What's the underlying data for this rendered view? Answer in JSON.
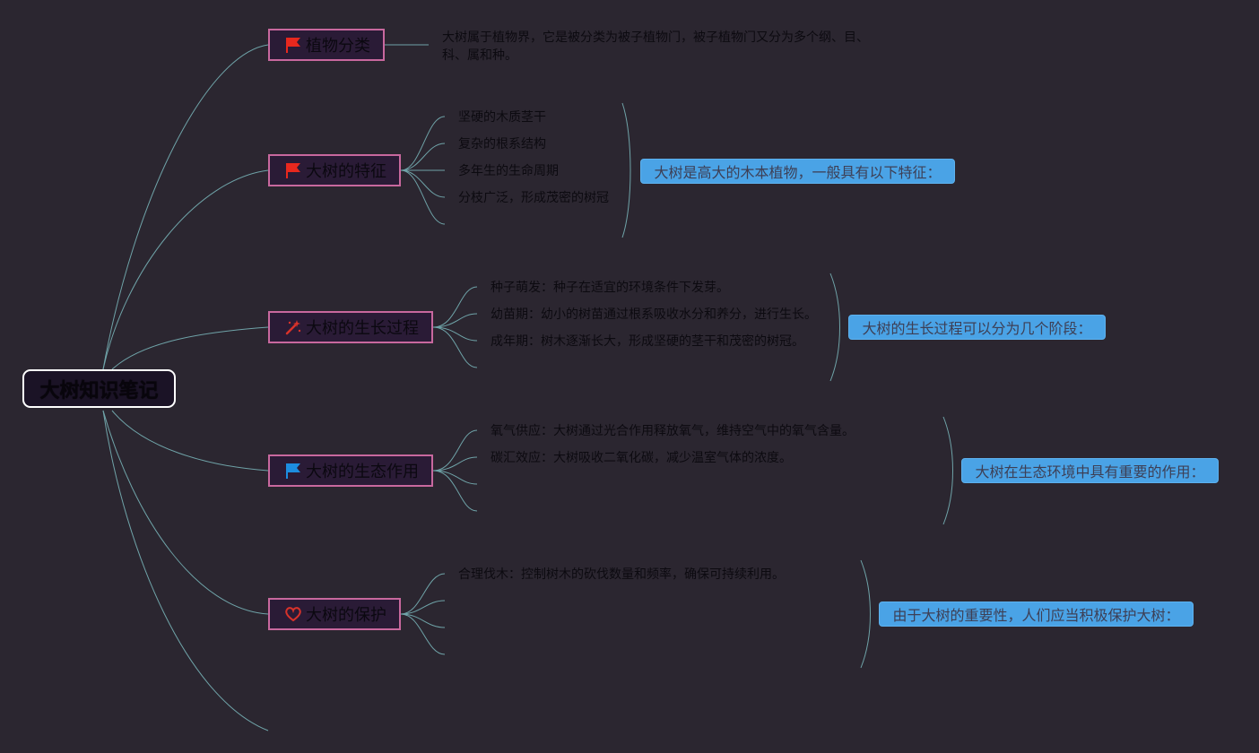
{
  "root": {
    "title": "大树知识笔记"
  },
  "branches": [
    {
      "title": "植物分类",
      "icon": "red-flag-icon",
      "color": "#e8281e",
      "leaves": [
        "大树属于植物界，它是被分类为被子植物门，被子植物门又分为多个纲、目、科、属和种。"
      ]
    },
    {
      "title": "大树的特征",
      "icon": "red-flag-icon",
      "color": "#e8281e",
      "leaves": [
        "坚硬的木质茎干",
        "复杂的根系结构",
        "多年生的生命周期",
        "分枝广泛，形成茂密的树冠"
      ],
      "summary": "大树是高大的木本植物，一般具有以下特征："
    },
    {
      "title": "大树的生长过程",
      "icon": "magic-wand-icon",
      "color": "#d8322a",
      "leaves": [
        "种子萌发：种子在适宜的环境条件下发芽。",
        "幼苗期：幼小的树苗通过根系吸收水分和养分，进行生长。",
        "成年期：树木逐渐长大，形成坚硬的茎干和茂密的树冠。"
      ],
      "summary": "大树的生长过程可以分为几个阶段："
    },
    {
      "title": "大树的生态作用",
      "icon": "blue-flag-icon",
      "color": "#1d8de0",
      "leaves": [
        "氧气供应：大树通过光合作用释放氧气，维持空气中的氧气含量。",
        "碳汇效应：大树吸收二氧化碳，减少温室气体的浓度。"
      ],
      "summary": "大树在生态环境中具有重要的作用："
    },
    {
      "title": "大树的保护",
      "icon": "heart-icon",
      "color": "#d8322a",
      "leaves": [
        "合理伐木：控制树木的砍伐数量和频率，确保可持续利用。"
      ],
      "summary": "由于大树的重要性，人们应当积极保护大树："
    }
  ],
  "colors": {
    "background": "#2b2630",
    "connector": "#6fa3a8",
    "branch_border": "#c8689e",
    "summary_fill": "#4aa3e6"
  }
}
